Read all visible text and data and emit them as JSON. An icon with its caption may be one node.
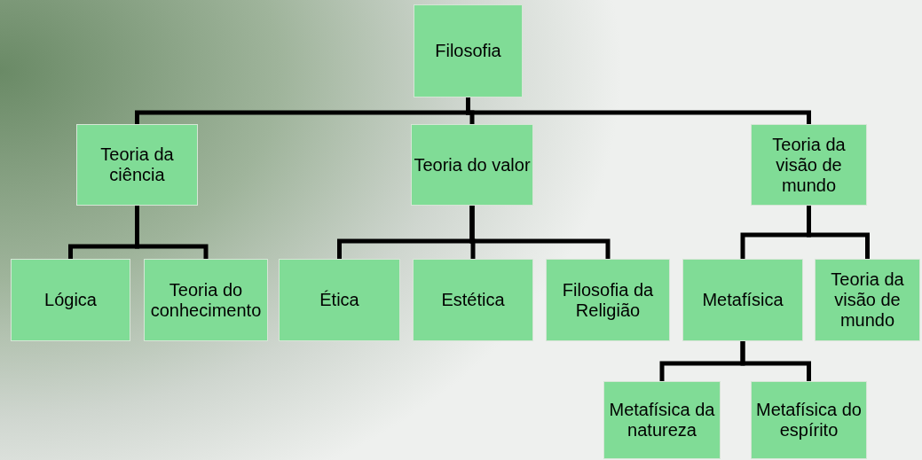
{
  "diagram": {
    "nodes": [
      {
        "text": [
          "Filosofia"
        ]
      },
      {
        "text": [
          "Teoria da ciência"
        ]
      },
      {
        "text": [
          "Teoria do valor"
        ]
      },
      {
        "text": [
          "Teoria da visão de mundo"
        ]
      },
      {
        "text": [
          "Lógica"
        ]
      },
      {
        "text": [
          "Teoria do conhecimento"
        ]
      },
      {
        "text": [
          "Ética"
        ]
      },
      {
        "text": [
          "Estética"
        ]
      },
      {
        "text": [
          "Filosofia da Religião"
        ]
      },
      {
        "text": [
          "Metafísica"
        ]
      },
      {
        "text": [
          "Teoria da visão de mundo"
        ]
      },
      {
        "text": [
          "Metafísica da natureza"
        ]
      },
      {
        "text": [
          "Metafísica do espírito"
        ]
      }
    ],
    "edges": [
      {
        "from": 0,
        "to": 1,
        "arrow": "none"
      },
      {
        "from": 0,
        "to": 2,
        "arrow": "none"
      },
      {
        "from": 0,
        "to": 3,
        "arrow": "none"
      },
      {
        "from": 1,
        "to": 4,
        "arrow": "none"
      },
      {
        "from": 1,
        "to": 5,
        "arrow": "none"
      },
      {
        "from": 2,
        "to": 6,
        "arrow": "none"
      },
      {
        "from": 2,
        "to": 7,
        "arrow": "none"
      },
      {
        "from": 2,
        "to": 8,
        "arrow": "none"
      },
      {
        "from": 3,
        "to": 9,
        "arrow": "none"
      },
      {
        "from": 3,
        "to": 10,
        "arrow": "none"
      },
      {
        "from": 9,
        "to": 11,
        "arrow": "none"
      },
      {
        "from": 9,
        "to": 12,
        "arrow": "none"
      }
    ]
  }
}
